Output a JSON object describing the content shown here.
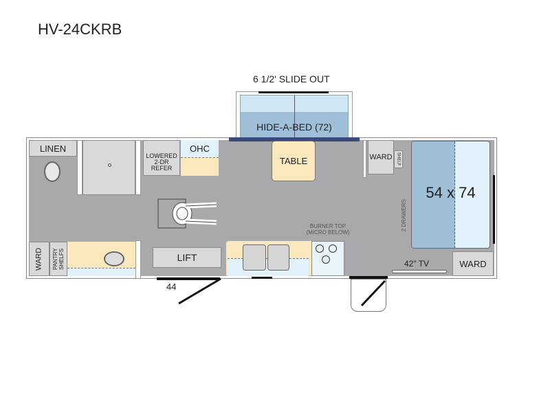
{
  "title": "HV-24CKRB",
  "slide_out_label": "6 1/2' SLIDE OUT",
  "rooms": {
    "linen": "LINEN",
    "refer": "LOWERED\n2-DR\nREFER",
    "ohc": "OHC",
    "hide_a_bed": "HIDE-A-BED (72)",
    "table": "TABLE",
    "ward_top": "WARD",
    "shelf": "SHELF",
    "bed": "54 x 74",
    "drawers": "2 DRAWERS",
    "burner_top": "BURNER TOP",
    "micro_below": "(MICRO BELOW)",
    "tv": "42\" TV",
    "ward_bottom_right": "WARD",
    "ward_bottom_left": "WARD",
    "pantry": "PANTRY",
    "shelfs": "SHELFS",
    "lift": "LIFT",
    "door_width": "44"
  },
  "colors": {
    "floor": "#a9a9ab",
    "counter": "#fbe8bd",
    "light_blue": "#e1f2fb",
    "bed_blue": "#9fbfd8",
    "slide_navy": "#3a4a7a"
  }
}
